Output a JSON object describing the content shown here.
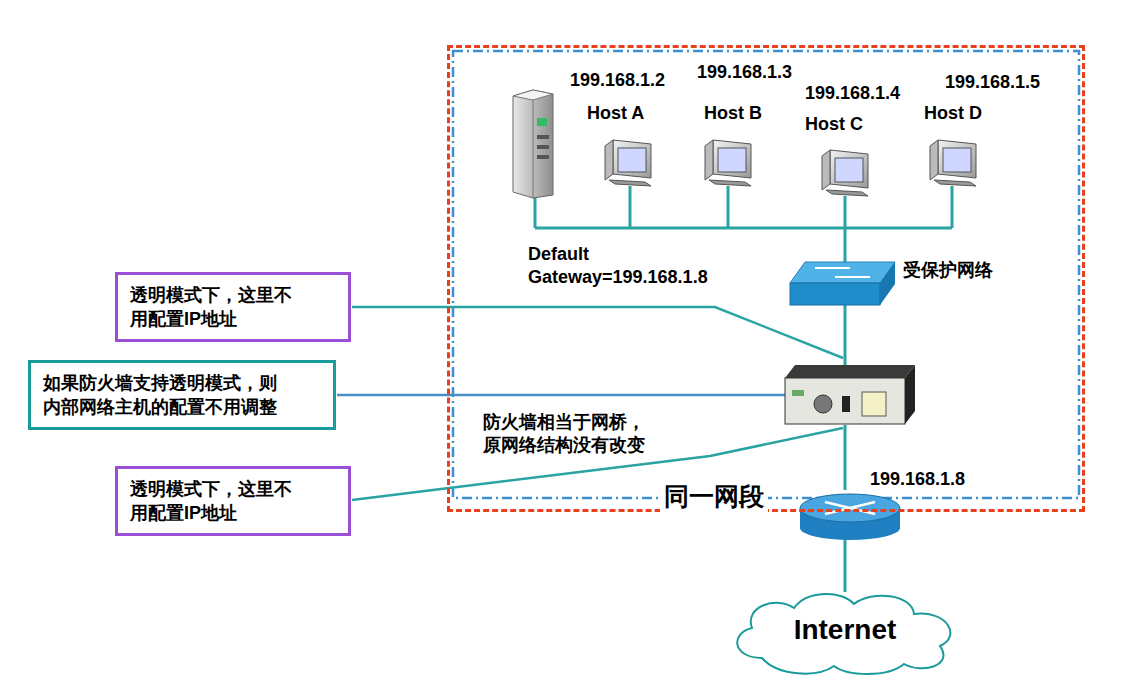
{
  "diagram": {
    "nodes": [
      {
        "text": [
          "同一网段"
        ]
      },
      {
        "text": [
          "透明模式下，这里不 用配置IP地址"
        ]
      },
      {
        "text": [
          "如果防火墙支持透明模式，则 内部网络主机的配置不用调整"
        ]
      },
      {
        "text": [
          "透明模式下，这里不 用配置IP地址"
        ]
      },
      {
        "text": [
          "Internet"
        ]
      }
    ],
    "labels": [
      "199.168.1.2",
      "Host A",
      "199.168.1.3",
      "Host B",
      "199.168.1.4",
      "Host C",
      "199.168.1.5",
      "Host D",
      "Default Gateway=199.168.1.8",
      "受保护网络",
      "防火墙相当于网桥， 原网络结构没有改变",
      "199.168.1.8"
    ]
  }
}
